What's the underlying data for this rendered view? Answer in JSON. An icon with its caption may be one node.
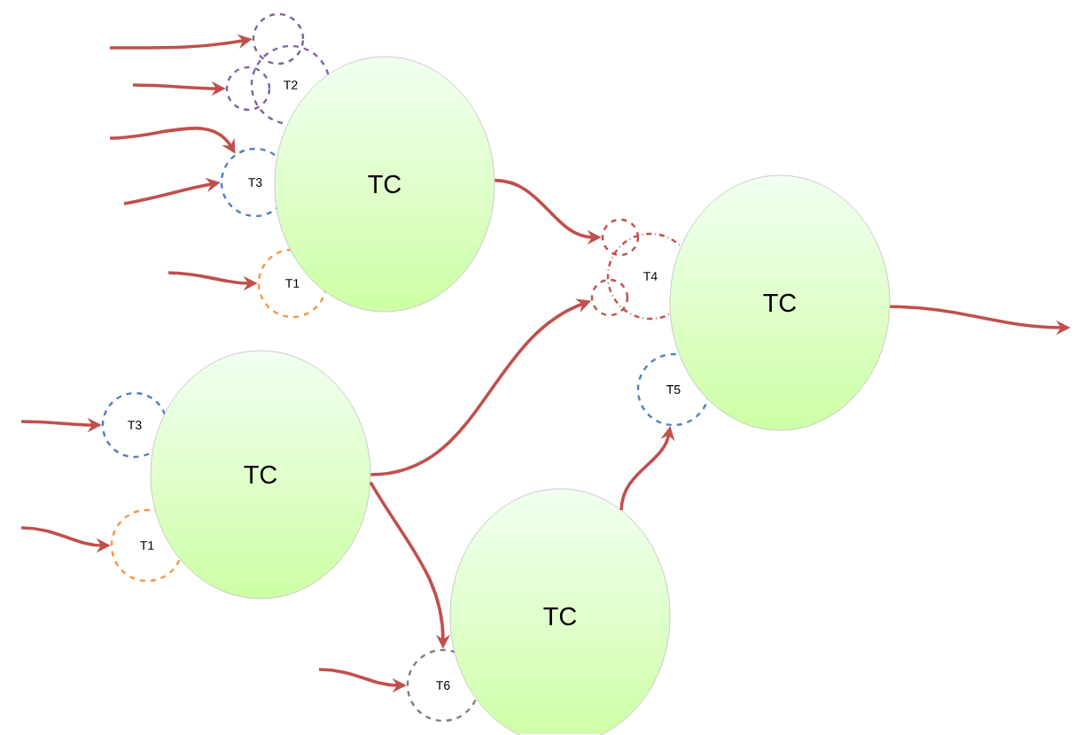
{
  "diagram": {
    "nodes": [
      {
        "text": [],
        "shape": "circle"
      },
      {
        "text": [],
        "shape": "circle"
      },
      {
        "text": [
          "T2"
        ]
      },
      {
        "text": [
          "T3"
        ]
      },
      {
        "text": [
          "TC"
        ]
      },
      {
        "text": [
          "T1"
        ]
      },
      {
        "text": [],
        "shape": "circle"
      },
      {
        "text": [],
        "shape": "circle"
      },
      {
        "text": [
          "T4"
        ]
      },
      {
        "text": [
          "TC"
        ]
      },
      {
        "text": [
          "T5"
        ]
      },
      {
        "text": [
          "T3"
        ]
      },
      {
        "text": [
          "TC"
        ]
      },
      {
        "text": [
          "T1"
        ]
      },
      {
        "text": [
          "T6"
        ]
      },
      {
        "text": [
          "TC"
        ]
      }
    ],
    "edges": [
      {
        "from": null,
        "to": 0,
        "arrow": "to"
      },
      {
        "from": null,
        "to": 1,
        "arrow": "to"
      },
      {
        "from": null,
        "to": 3,
        "arrow": "to"
      },
      {
        "from": null,
        "to": 3,
        "arrow": "to"
      },
      {
        "from": null,
        "to": 5,
        "arrow": "to"
      },
      {
        "from": 4,
        "to": 6,
        "arrow": "to"
      },
      {
        "from": 12,
        "to": 7,
        "arrow": "to"
      },
      {
        "from": 12,
        "to": 14,
        "arrow": "to"
      },
      {
        "from": null,
        "to": 14,
        "arrow": "to"
      },
      {
        "from": 15,
        "to": 10,
        "arrow": "to"
      },
      {
        "from": 9,
        "to": null,
        "arrow": "to"
      },
      {
        "from": null,
        "to": 11,
        "arrow": "to"
      },
      {
        "from": null,
        "to": 13,
        "arrow": "to"
      }
    ]
  }
}
